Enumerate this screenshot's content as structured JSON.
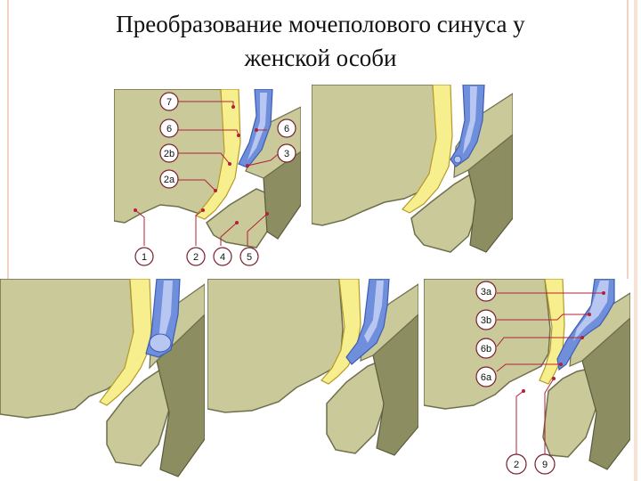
{
  "title": {
    "line1": "Преобразование мочеполового синуса у",
    "line2": "женской особи"
  },
  "colors": {
    "tissue": "#c9c99a",
    "tissue_dark": "#8d8d62",
    "epithelium": "#f7ef8e",
    "duct_blue": "#6f8fdc",
    "duct_light": "#b7c7f1",
    "leader": "#b2203a",
    "background": "#ffffff"
  },
  "panel1": {
    "labels": {
      "l7": "7",
      "l6": "6",
      "l2b": "2b",
      "l2a": "2a",
      "r6": "6",
      "r3": "3",
      "b1": "1",
      "b2": "2",
      "b4": "4",
      "b5": "5"
    }
  },
  "panel5": {
    "labels": {
      "l3a": "3a",
      "l3b": "3b",
      "l6b": "6b",
      "l6a": "6a",
      "b2": "2",
      "b9": "9"
    }
  }
}
